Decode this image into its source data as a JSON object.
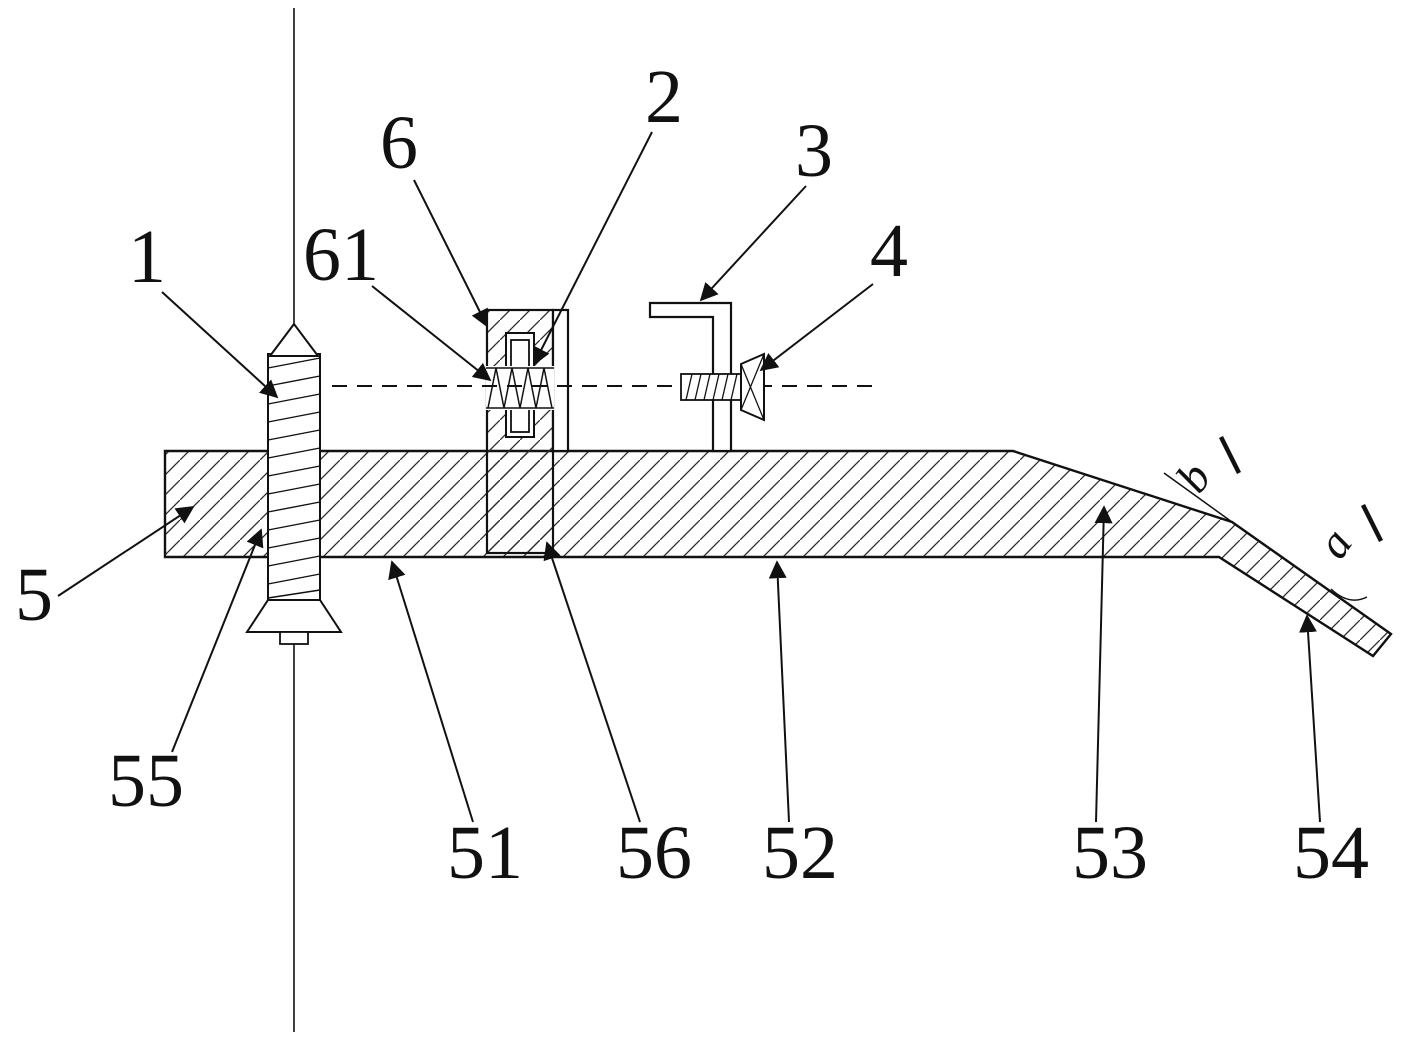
{
  "figure": {
    "part_labels": {
      "p1": "1",
      "p2": "2",
      "p3": "3",
      "p4": "4",
      "p5": "5",
      "p6": "6",
      "p61": "61",
      "p55": "55",
      "p51": "51",
      "p56": "56",
      "p52": "52",
      "p53": "53",
      "p54": "54"
    },
    "angle_labels": {
      "a": "a",
      "b": "b"
    }
  },
  "colors": {
    "line": "#111111",
    "hatch": "#2a2a2a",
    "background": "#ffffff"
  }
}
